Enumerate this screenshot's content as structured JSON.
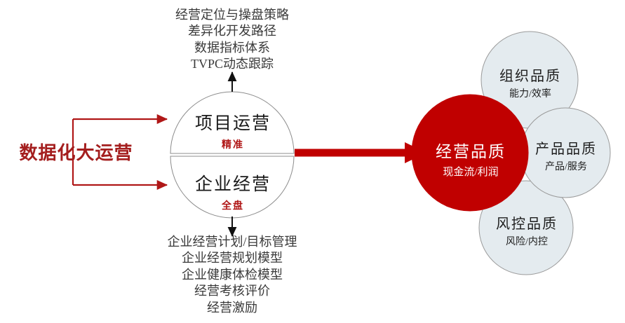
{
  "diagram": {
    "left_label": "数据化大运营",
    "top_notes": "经营定位与操盘策略\n差异化开发路径\n数据指标体系\nTVPC动态跟踪",
    "bottom_notes": "企业经营计划/目标管理\n企业经营规划模型\n企业健康体检模型\n经营考核评价\n经营激励",
    "split_circle": {
      "top": {
        "title": "项目运营",
        "tag": "精准"
      },
      "bottom": {
        "title": "企业经营",
        "tag": "全盘"
      }
    },
    "core_circle": {
      "title": "经营品质",
      "subtitle": "现金流/利润"
    },
    "quality_circles": [
      {
        "title": "组织品质",
        "subtitle": "能力/效率"
      },
      {
        "title": "产品品质",
        "subtitle": "产品/服务"
      },
      {
        "title": "风控品质",
        "subtitle": "风险/内控"
      }
    ],
    "colors": {
      "core_red": "#C00000",
      "accent_red": "#A41E1E",
      "tag_red": "#B01717",
      "pale_blue": "#E4EBEF",
      "outline_gray": "#9A9A9A",
      "note_text": "#3a3a3a"
    }
  }
}
